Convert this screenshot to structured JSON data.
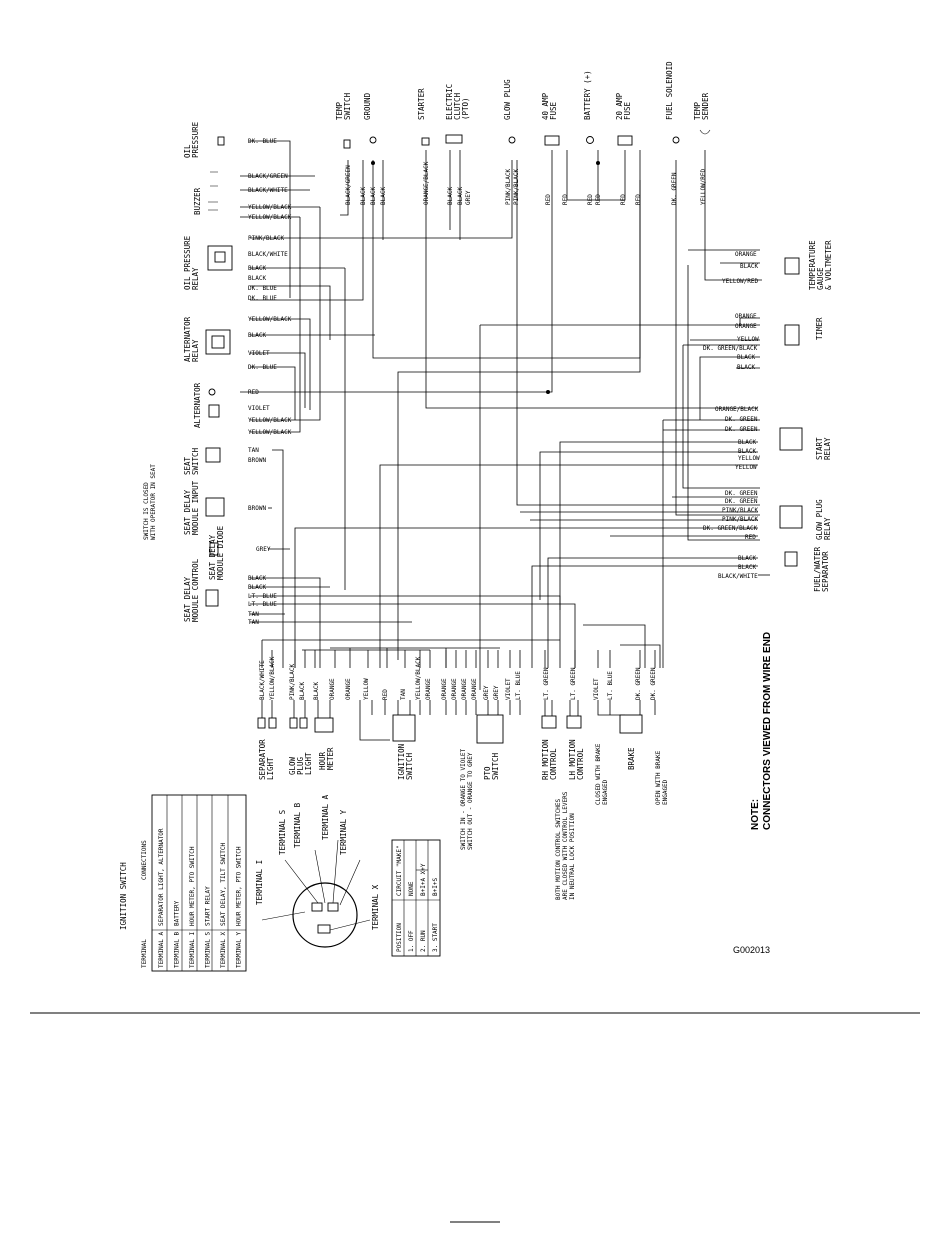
{
  "top_components": [
    {
      "id": "temp_switch",
      "label": "TEMP\nSWITCH"
    },
    {
      "id": "ground",
      "label": "GROUND"
    },
    {
      "id": "starter",
      "label": "STARTER"
    },
    {
      "id": "electric_clutch",
      "label": "ELECTRIC\nCLUTCH\n(PTO)"
    },
    {
      "id": "glow_plug",
      "label": "GLOW PLUG"
    },
    {
      "id": "fuse40",
      "label": "40 AMP\nFUSE"
    },
    {
      "id": "battery",
      "label": "BATTERY (+)"
    },
    {
      "id": "fuse20",
      "label": "20 AMP\nFUSE"
    },
    {
      "id": "fuel_solenoid",
      "label": "FUEL SOLENOID"
    },
    {
      "id": "temp_sender",
      "label": "TEMP\nSENDER"
    }
  ],
  "top_wires": [
    "BLACK/GREEN",
    "BLACK",
    "BLACK",
    "BLACK",
    "ORANGE/BLACK",
    "BLACK",
    "BLACK",
    "GREY",
    "PINK/BLACK",
    "PINK/BLACK",
    "RED",
    "RED",
    "RED",
    "RED",
    "RED",
    "RED",
    "DK. GREEN",
    "YELLOW/RED"
  ],
  "left_components": [
    {
      "id": "oil_pressure",
      "label": "OIL\nPRESSURE",
      "wires": [
        "DK. BLUE"
      ]
    },
    {
      "id": "buzzer",
      "label": "BUZZER",
      "wires": [
        "BLACK/GREEN",
        "BLACK/WHITE",
        "YELLOW/BLACK",
        "YELLOW/BLACK"
      ]
    },
    {
      "id": "oil_pressure_relay",
      "label": "OIL PRESSURE\nRELAY",
      "wires": [
        "PINK/BLACK",
        "BLACK/WHITE",
        "BLACK",
        "BLACK",
        "DK. BLUE",
        "DK. BLUE"
      ]
    },
    {
      "id": "alternator_relay",
      "label": "ALTERNATOR\nRELAY",
      "wires": [
        "YELLOW/BLACK",
        "BLACK",
        "VIOLET",
        "DK. BLUE"
      ]
    },
    {
      "id": "alternator",
      "label": "ALTERNATOR",
      "wires": [
        "RED",
        "VIOLET",
        "YELLOW/BLACK",
        "YELLOW/BLACK"
      ]
    },
    {
      "id": "seat_switch",
      "label": "SEAT\nSWITCH",
      "wires": [
        "TAN",
        "BROWN"
      ]
    },
    {
      "id": "seat_delay_input",
      "label": "SEAT DELAY\nMODULE INPUT",
      "wires": [
        "BROWN"
      ]
    },
    {
      "id": "seat_delay_diode",
      "label": "SEAT DELAY\nMODULE DIODE",
      "wires": [
        "GREY"
      ]
    },
    {
      "id": "seat_delay_control",
      "label": "SEAT DELAY\nMODULE CONTROL",
      "wires": [
        "BLACK",
        "BLACK",
        "LT. BLUE",
        "LT. BLUE",
        "TAN",
        "TAN"
      ]
    }
  ],
  "seat_note": "SWITCH IS CLOSED\nWITH OPERATOR IN SEAT",
  "right_components": [
    {
      "id": "temp_gauge",
      "label": "TEMPERATURE\nGAUGE\n& VOLTMETER",
      "wires": [
        "ORANGE",
        "BLACK",
        "YELLOW/RED"
      ]
    },
    {
      "id": "timer",
      "label": "TIMER",
      "wires": [
        "ORANGE",
        "ORANGE",
        "YELLOW",
        "DK. GREEN/BLACK",
        "BLACK",
        "BLACK"
      ]
    },
    {
      "id": "start_relay",
      "label": "START\nRELAY",
      "wires": [
        "ORANGE/BLACK",
        "DK. GREEN",
        "DK. GREEN",
        "BLACK",
        "BLACK",
        "YELLOW",
        "YELLOW"
      ]
    },
    {
      "id": "glow_plug_relay",
      "label": "GLOW PLUG\nRELAY",
      "wires": [
        "DK. GREEN",
        "DK. GREEN",
        "PINK/BLACK",
        "PINK/BLACK",
        "DK. GREEN/BLACK",
        "RED"
      ]
    },
    {
      "id": "fuel_water_sep",
      "label": "FUEL/WATER\nSEPARATOR",
      "wires": [
        "BLACK",
        "BLACK",
        "BLACK/WHITE"
      ]
    }
  ],
  "bottom_wires": [
    "BLACK/WHITE",
    "YELLOW/BLACK",
    "PINK/BLACK",
    "BLACK",
    "BLACK",
    "ORANGE",
    "ORANGE",
    "YELLOW",
    "RED",
    "TAN",
    "YELLOW/BLACK",
    "ORANGE",
    "ORANGE",
    "ORANGE",
    "ORANGE",
    "ORANGE",
    "GREY",
    "GREY",
    "VIOLET",
    "LT. BLUE",
    "LT. GREEN",
    "LT. GREEN",
    "VIOLET",
    "LT. BLUE",
    "DK. GREEN",
    "DK. GREEN"
  ],
  "bottom_components": [
    {
      "id": "separator_light",
      "label": "SEPARATOR\nLIGHT"
    },
    {
      "id": "glow_plug_light",
      "label": "GLOW\nPLUG\nLIGHT"
    },
    {
      "id": "hour_meter",
      "label": "HOUR\nMETER"
    },
    {
      "id": "ignition_switch",
      "label": "IGNITION\nSWITCH"
    },
    {
      "id": "pto_switch",
      "label": "PTO\nSWITCH"
    },
    {
      "id": "rh_motion",
      "label": "RH MOTION\nCONTROL"
    },
    {
      "id": "lh_motion",
      "label": "LH MOTION\nCONTROL"
    },
    {
      "id": "brake",
      "label": "BRAKE"
    }
  ],
  "pto_note": "SWITCH IN - ORANGE TO VIOLET\nSWITCH OUT - ORANGE TO GREY",
  "motion_note": "BOTH MOTION CONTROL SWITCHES\nARE CLOSED WITH CONTROL LEVERS\nIN NEUTRAL LOCK POSITION",
  "brake_note_closed": "CLOSED WITH BRAKE\nENGAGED",
  "brake_note_open": "OPEN WITH BRAKE\nENGAGED",
  "note_title": "NOTE:",
  "note_text": "CONNECTORS VIEWED FROM WIRE END",
  "ignition_table": {
    "title": "IGNITION SWITCH",
    "headers": [
      "TERMINAL",
      "CONNECTIONS"
    ],
    "rows": [
      [
        "TERMINAL  A",
        "SEPARATOR LIGHT, ALTERNATOR"
      ],
      [
        "TERMINAL  B",
        "BATTERY"
      ],
      [
        "TERMINAL  I",
        "HOUR METER, PTO SWITCH"
      ],
      [
        "TERMINAL  S",
        "START RELAY"
      ],
      [
        "TERMINAL  X",
        "SEAT DELAY, TILT SWITCH"
      ],
      [
        "TERMINAL  Y",
        "HOUR METER, PTO SWITCH"
      ]
    ]
  },
  "terminal_labels": [
    "TERMINAL I",
    "TERMINAL S",
    "TERMINAL B",
    "TERMINAL A",
    "TERMINAL Y",
    "TERMINAL X"
  ],
  "position_table": {
    "headers": [
      "POSITION",
      "CIRCUIT \"MAKE\""
    ],
    "rows": [
      [
        "1. OFF",
        "NONE"
      ],
      [
        "2. RUN",
        "B+I+A   X+Y"
      ],
      [
        "3. START",
        "B+I+S"
      ]
    ]
  },
  "figure_id": "G002013"
}
